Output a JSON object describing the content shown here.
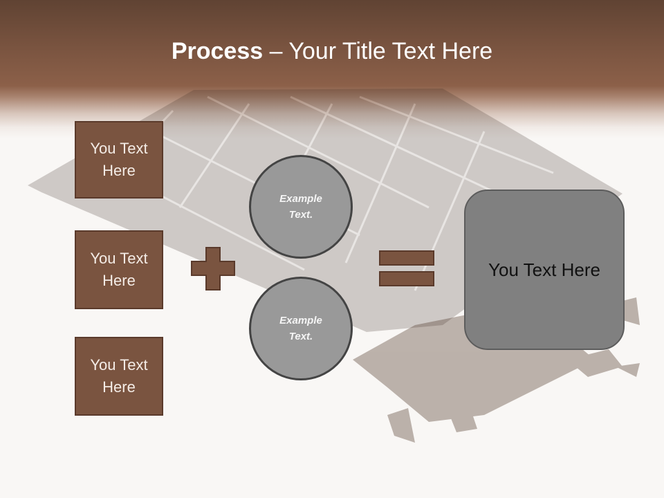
{
  "slide": {
    "title_bold": "Process",
    "title_rest": " – Your Title Text Here",
    "colors": {
      "header_dark": "#604333",
      "header_mid": "#8c6049",
      "box_fill": "#7a5440",
      "box_border": "#5a3a2b",
      "circle_fill": "#999999",
      "circle_border": "#444444",
      "result_fill": "#808080",
      "background": "#f9f7f5"
    }
  },
  "left_boxes": [
    {
      "line1": "You Text",
      "line2": "Here"
    },
    {
      "line1": "You Text",
      "line2": "Here"
    },
    {
      "line1": "You Text",
      "line2": "Here"
    }
  ],
  "operators": {
    "plus": "plus-icon",
    "equals": "equals-icon"
  },
  "circles": [
    {
      "line1": "Example",
      "line2": "Text."
    },
    {
      "line1": "Example",
      "line2": "Text."
    }
  ],
  "result_box": {
    "label": "You Text Here"
  }
}
